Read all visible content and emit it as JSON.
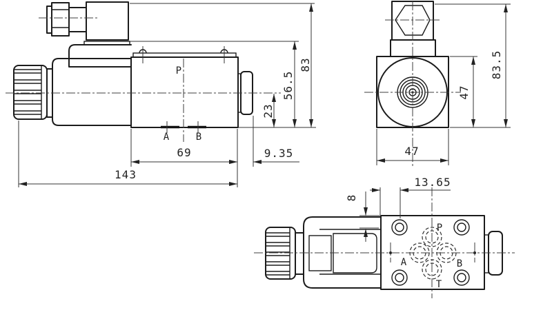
{
  "drawing": {
    "type": "engineering-three-view-drawing",
    "colors": {
      "line": "#1b1b1b",
      "dimension": "#333333",
      "background": "#ffffff"
    }
  },
  "dimensions": {
    "front_view": {
      "overall_height": "83",
      "coil_top_height": "56.5",
      "axis_to_base": "23",
      "body_length": "69",
      "port_boss_width": "9.35",
      "overall_length": "143"
    },
    "side_view": {
      "body_width": "47",
      "body_height": "47",
      "overall_height": "83.5"
    },
    "bottom_view": {
      "bolt_hole_offset_x": "13.65",
      "bolt_hole_offset_y": "8"
    }
  },
  "port_labels": {
    "front_view": {
      "p": "P",
      "a": "A",
      "b": "B"
    },
    "bottom_view": {
      "p": "P",
      "a": "A",
      "b": "B",
      "t": "T"
    }
  }
}
